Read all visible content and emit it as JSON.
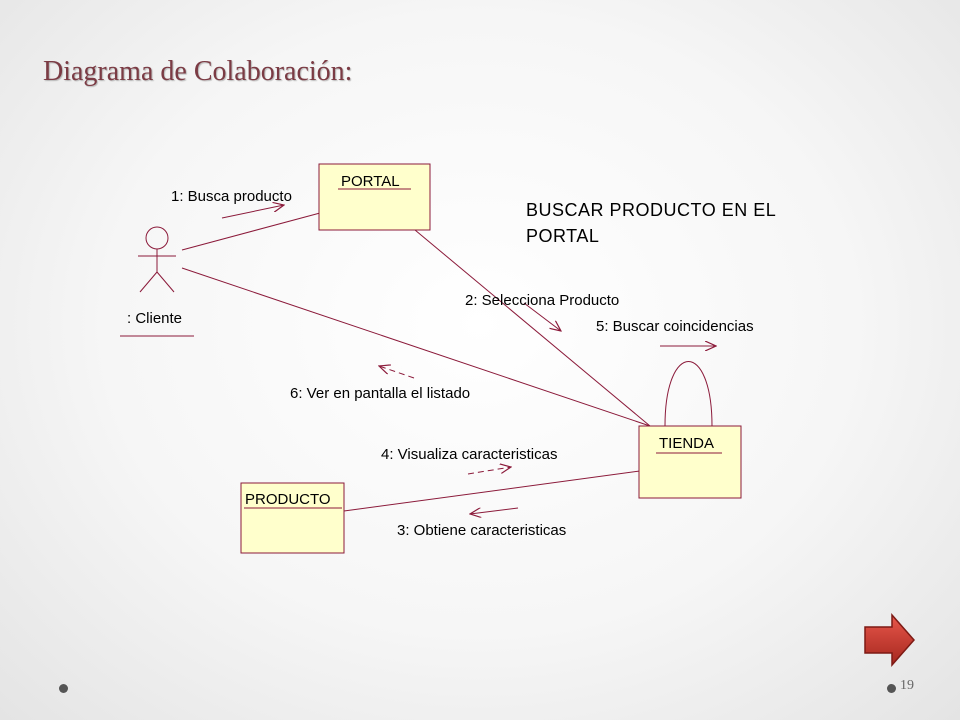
{
  "slide": {
    "title": "Diagrama de Colaboración:",
    "page_number": "19"
  },
  "diagram": {
    "heading_lines": [
      "BUSCAR PRODUCTO EN EL",
      "PORTAL"
    ],
    "actor": ": Cliente",
    "objects": {
      "portal": "PORTAL",
      "tienda": "TIENDA",
      "producto": "PRODUCTO"
    },
    "messages": [
      "1: Busca producto",
      "2: Selecciona Producto",
      "3: Obtiene caracteristicas",
      "4: Visualiza caracteristicas",
      "5: Buscar coincidencias",
      "6: Ver en pantalla el listado"
    ]
  },
  "colors": {
    "title": "#7b3b44",
    "line": "#8b1a3a",
    "box_fill": "#ffffcc",
    "next_arrow": "#c0392b"
  },
  "icons": {
    "next": "right-arrow-icon"
  }
}
